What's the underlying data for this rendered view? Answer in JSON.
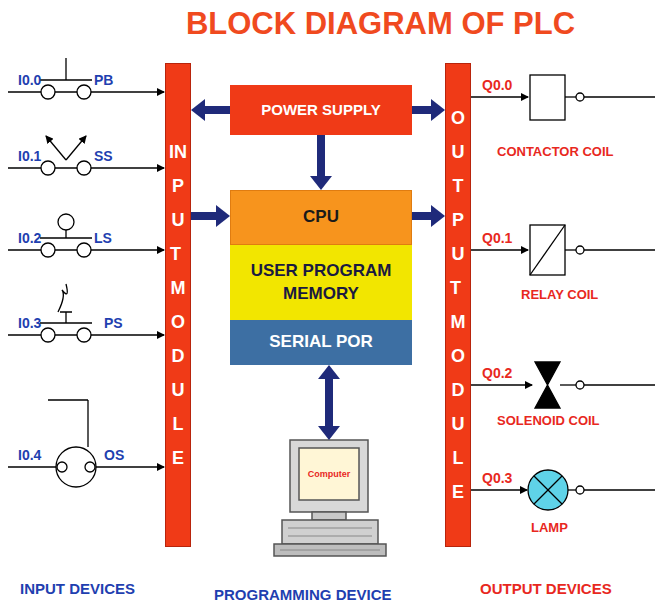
{
  "diagram": {
    "title": "BLOCK DIAGRAM OF PLC",
    "nodes": [
      {
        "text": [
          "INPUT MODULE"
        ]
      },
      {
        "text": [
          "POWER SUPPLY"
        ]
      },
      {
        "text": [
          "CPU"
        ]
      },
      {
        "text": [
          "USER PROGRAM MEMORY"
        ]
      },
      {
        "text": [
          "SERIAL POR"
        ]
      },
      {
        "text": [
          "OUTPUT MODULE"
        ]
      },
      {
        "text": [
          "Computer"
        ]
      }
    ],
    "edges": [
      {
        "from": 1,
        "to": 0,
        "arrow": "to"
      },
      {
        "from": 1,
        "to": 5,
        "arrow": "to"
      },
      {
        "from": 1,
        "to": 2,
        "arrow": "to"
      },
      {
        "from": 0,
        "to": 2,
        "arrow": "to"
      },
      {
        "from": 2,
        "to": 5,
        "arrow": "to"
      },
      {
        "from": 4,
        "to": 6,
        "arrow": "both"
      }
    ],
    "labels": [
      "I0.0",
      "PB",
      "I0.1",
      "SS",
      "I0.2",
      "LS",
      "I0.3",
      "PS",
      "I0.4",
      "OS",
      "Q0.0",
      "CONTACTOR COIL",
      "Q0.1",
      "RELAY COIL",
      "Q0.2",
      "SOLENOID COIL",
      "Q0.3",
      "LAMP",
      "INPUT DEVICES",
      "PROGRAMMING DEVICE",
      "OUTPUT DEVICES"
    ]
  }
}
